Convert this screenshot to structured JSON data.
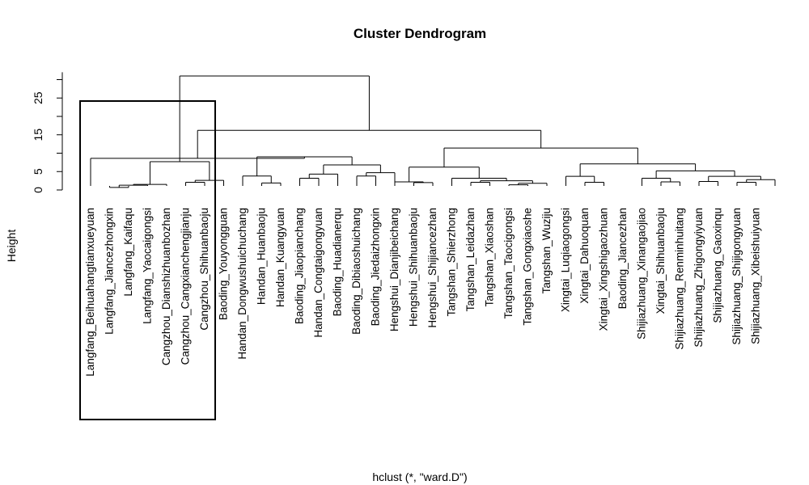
{
  "chart_data": {
    "type": "dendrogram",
    "title": "Cluster Dendrogram",
    "xlabel": "hclust (*, \"ward.D\")",
    "ylabel": "Height",
    "yticks": [
      0,
      5,
      15,
      25
    ],
    "ylim": [
      0,
      32
    ],
    "rect_hclust": {
      "from": "Langfang_Beihuahangtianxueyuan",
      "to": "Cangzhou_Shihuanbaoju"
    },
    "leaves": [
      "Langfang_Beihuahangtianxueyuan",
      "Langfang_Jiancezhongxin",
      "Langfang_Kaifaqu",
      "Langfang_Yaocaigongsi",
      "Cangzhou_Dianshizhuanbozhan",
      "Cangzhou_Cangxianchengjianju",
      "Cangzhou_Shihuanbaoju",
      "Baoding_Youyongguan",
      "Handan_Dongwushuichuchang",
      "Handan_Huanbaoju",
      "Handan_Kuangyuan",
      "Baoding_Jiaopianchang",
      "Handan_Congtaigongyuan",
      "Baoding_Huadianerqu",
      "Baoding_Dibiaoshuichang",
      "Baoding_Jiedaizhongxin",
      "Hengshui_Dianjibeichang",
      "Hengshui_Shihuanbaoju",
      "Hengshui_Shijiancezhan",
      "Tangshan_Shierzhong",
      "Tangshan_Leidazhan",
      "Tangshan_Xiaoshan",
      "Tangshan_Taocigongsi",
      "Tangshan_Gongxiaoshe",
      "Tangshan_Wuziju",
      "Xingtai_Luqiaogongsi",
      "Xingtai_Dahuoquan",
      "Xingtai_Xingshigaozhuan",
      "Baoding_Jiancezhan",
      "Shijiazhuang_Xinangaojiao",
      "Xingtai_Shihuanbaoju",
      "Shijiazhuang_Renminhuitang",
      "Shijiazhuang_Zhigongyiyuan",
      "Shijiazhuang_Gaoxinqu",
      "Shijiazhuang_Shijigongyuan",
      "Shijiazhuang_Xibeishuiyuan"
    ],
    "merges": [
      [
        -2,
        -3,
        0.7
      ],
      [
        -4,
        1,
        1.3
      ],
      [
        -5,
        2,
        1.5
      ],
      [
        -6,
        -7,
        2.1
      ],
      [
        -8,
        4,
        2.6
      ],
      [
        3,
        5,
        7.7
      ],
      [
        -10,
        -11,
        1.9
      ],
      [
        -9,
        7,
        3.8
      ],
      [
        -12,
        -13,
        3.2
      ],
      [
        -14,
        9,
        4.3
      ],
      [
        -15,
        -16,
        3.8
      ],
      [
        -17,
        11,
        4.7
      ],
      [
        10,
        12,
        6.8
      ],
      [
        8,
        13,
        9.0
      ],
      [
        -1,
        14,
        8.6
      ],
      [
        -18,
        -19,
        2.0
      ],
      [
        -17,
        16,
        2.2
      ],
      [
        -21,
        -22,
        2.1
      ],
      [
        -23,
        -24,
        1.4
      ],
      [
        -25,
        19,
        1.8
      ],
      [
        18,
        20,
        2.5
      ],
      [
        -20,
        21,
        3.2
      ],
      [
        17,
        22,
        6.2
      ],
      [
        -27,
        -28,
        2.1
      ],
      [
        -26,
        24,
        3.7
      ],
      [
        -31,
        -32,
        2.2
      ],
      [
        -30,
        26,
        3.2
      ],
      [
        -33,
        -34,
        2.3
      ],
      [
        -35,
        -36,
        2.1
      ],
      [
        -37,
        29,
        2.8
      ],
      [
        28,
        30,
        3.7
      ],
      [
        27,
        31,
        5.2
      ],
      [
        25,
        32,
        7.1
      ],
      [
        23,
        33,
        11.4
      ],
      [
        15,
        34,
        16.2
      ],
      [
        6,
        35,
        31.0
      ]
    ]
  }
}
